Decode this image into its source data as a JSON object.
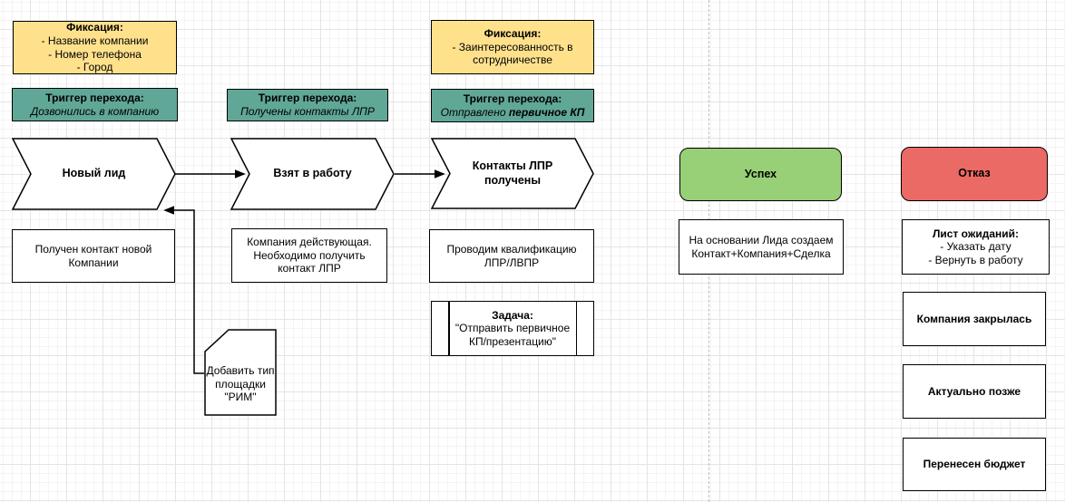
{
  "colors": {
    "fixation_fill": "#ffe18c",
    "trigger_fill": "#60a797",
    "success_fill": "#97d077",
    "reject_fill": "#eb6a65",
    "stroke": "#000000"
  },
  "stage1": {
    "fixation": {
      "title": "Фиксация:",
      "items": [
        "- Название компании",
        "- Номер телефона",
        "- Город"
      ]
    },
    "trigger": {
      "title": "Триггер перехода:",
      "condition": "Дозвонились в компанию"
    },
    "stage_label": "Новый лид",
    "note": "Получен контакт новой Компании",
    "doc_note": "Добавить тип площадки \"РИМ\""
  },
  "stage2": {
    "trigger": {
      "title": "Триггер перехода:",
      "condition": "Получены контакты ЛПР"
    },
    "stage_label": "Взят в работу",
    "note": "Компания действующая. Необходимо получить контакт ЛПР"
  },
  "stage3": {
    "fixation": {
      "title": "Фиксация:",
      "items": [
        "- Заинтересованность в сотрудничестве"
      ]
    },
    "trigger": {
      "title": "Триггер перехода:",
      "condition_prefix": "Отправлено ",
      "condition_bold": "первичное КП"
    },
    "stage_label": "Контакты ЛПР получены",
    "note": "Проводим квалификацию ЛПР/ЛВПР",
    "task": {
      "title": "Задача:",
      "text": "\"Отправить первичное КП/презентацию\""
    }
  },
  "success": {
    "label": "Успех",
    "note": "На основании Лида создаем Контакт+Компания+Сделка"
  },
  "reject": {
    "label": "Отказ",
    "waitlist": {
      "title": "Лист ожиданий:",
      "items": [
        "- Указать дату",
        "- Вернуть в работу"
      ]
    },
    "reasons": [
      "Компания закрылась",
      "Актуально позже",
      "Перенесен бюджет"
    ]
  }
}
